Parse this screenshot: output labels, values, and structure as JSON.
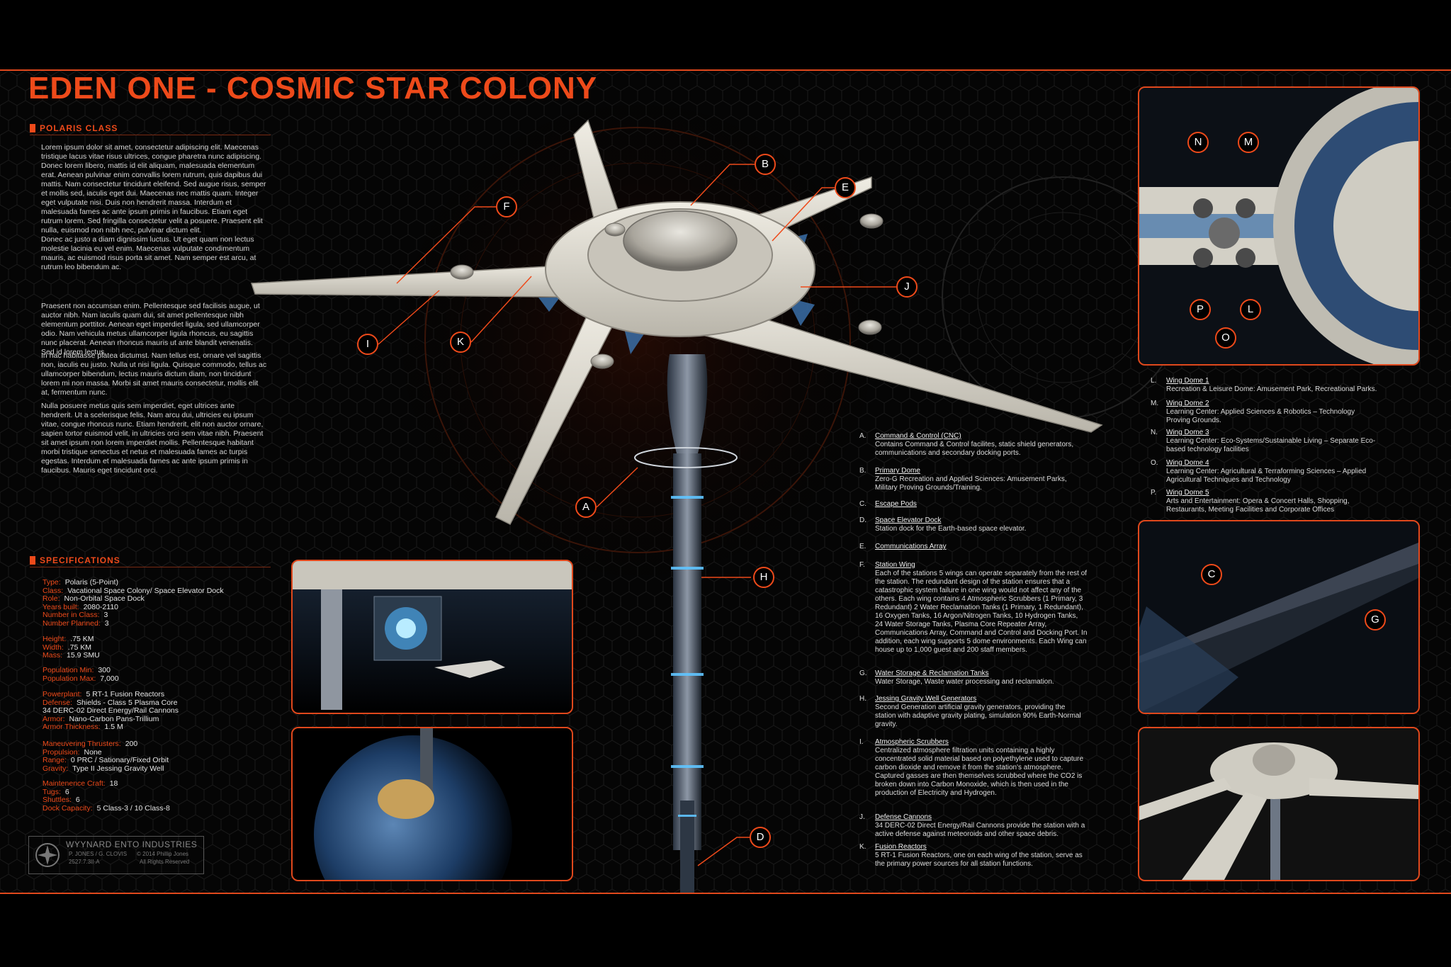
{
  "title": "EDEN ONE - COSMIC STAR COLONY",
  "class_section": {
    "heading": "POLARIS CLASS",
    "paragraphs": [
      "Lorem ipsum dolor sit amet, consectetur adipiscing elit. Maecenas tristique lacus vitae risus ultrices, congue pharetra nunc adipiscing. Donec lorem libero, mattis id elit aliquam, malesuada elementum erat. Aenean pulvinar enim convallis lorem rutrum, quis dapibus dui mattis. Nam consectetur tincidunt eleifend. Sed augue risus, semper et mollis sed, iaculis eget dui. Maecenas nec mattis quam. Integer eget vulputate nisi. Duis non hendrerit massa. Interdum et malesuada fames ac ante ipsum primis in faucibus. Etiam eget rutrum lorem. Sed fringilla consectetur velit a posuere. Praesent elit nulla, euismod non nibh nec, pulvinar dictum elit.",
      "Donec ac justo a diam dignissim luctus. Ut eget quam non lectus molestie lacinia eu vel enim. Maecenas vulputate condimentum mauris, ac euismod risus porta sit amet. Nam semper est arcu, at rutrum leo bibendum ac.",
      "Praesent non accumsan enim. Pellentesque sed facilisis augue, ut auctor nibh. Nam iaculis quam dui, sit amet pellentesque nibh elementum porttitor. Aenean eget imperdiet ligula, sed ullamcorper odio. Nam vehicula metus ullamcorper ligula rhoncus, eu sagittis nunc placerat. Aenean rhoncus mauris ut ante blandit venenatis. Sed id lorem lectus.",
      "In hac habitasse platea dictumst. Nam tellus est, ornare vel sagittis non, iaculis eu justo. Nulla ut nisi ligula. Quisque commodo, tellus ac ullamcorper bibendum, lectus mauris dictum diam, non tincidunt lorem mi non massa. Morbi sit amet mauris consectetur, mollis elit at, fermentum nunc.",
      "Nulla posuere metus quis sem imperdiet, eget ultrices ante hendrerit. Ut a scelerisque felis. Nam arcu dui, ultricies eu ipsum vitae, congue rhoncus nunc. Etiam hendrerit, elit non auctor ornare, sapien tortor euismod velit, in ultricies orci sem vitae nibh. Praesent sit amet ipsum non lorem imperdiet mollis. Pellentesque habitant morbi tristique senectus et netus et malesuada fames ac turpis egestas. Interdum et malesuada fames ac ante ipsum primis in faucibus. Mauris eget tincidunt orci."
    ]
  },
  "specs_section": {
    "heading": "SPECIFICATIONS",
    "groups": [
      [
        {
          "k": "Type:",
          "v": "Polaris (5-Point)"
        },
        {
          "k": "Class:",
          "v": "Vacational Space Colony/ Space Elevator Dock"
        },
        {
          "k": "Role:",
          "v": "Non-Orbital Space Dock"
        },
        {
          "k": "Years built:",
          "v": "2080-2110"
        },
        {
          "k": "Number in Class:",
          "v": "3"
        },
        {
          "k": "Number Planned:",
          "v": "3"
        }
      ],
      [
        {
          "k": "Height:",
          "v": ".75 KM"
        },
        {
          "k": "Width:",
          "v": ".75 KM"
        },
        {
          "k": "Mass:",
          "v": "15.9 SMU"
        }
      ],
      [
        {
          "k": "Population Min:",
          "v": "300"
        },
        {
          "k": "Population Max:",
          "v": "7,000"
        }
      ],
      [
        {
          "k": "Powerplant:",
          "v": "5 RT-1 Fusion Reactors"
        },
        {
          "k": "Defense:",
          "v": "Shields - Class 5 Plasma Core"
        },
        {
          "k": "",
          "v": "34 DERC-02 Direct Energy/Rail Cannons"
        },
        {
          "k": "Armor:",
          "v": "Nano-Carbon Pans-Trillium"
        },
        {
          "k": "Armor Thickness:",
          "v": "1.5 M"
        }
      ],
      [
        {
          "k": "Maneuvering Thrusters:",
          "v": "200"
        },
        {
          "k": "Propulsion:",
          "v": "None"
        },
        {
          "k": "Range:",
          "v": "0 PRC / Sationary/Fixed Orbit"
        },
        {
          "k": "Gravity:",
          "v": "Type II Jessing Gravity Well"
        }
      ],
      [
        {
          "k": "Maintenence Craft:",
          "v": "18"
        },
        {
          "k": "Tugs:",
          "v": "6"
        },
        {
          "k": "Shuttles:",
          "v": "6"
        },
        {
          "k": "Dock Capacity:",
          "v": "5 Class-3 / 10 Class-8"
        }
      ]
    ]
  },
  "logo": {
    "company": "WYYNARD ENTO INDUSTRIES",
    "authors": "P. JONES / G. CLOVIS",
    "copyright": "© 2014 Phillip Jones",
    "code": "2527.7.3II-A",
    "rights": "All Rights Reserved"
  },
  "callouts_main": [
    "A",
    "B",
    "D",
    "E",
    "F",
    "H",
    "I",
    "J",
    "K"
  ],
  "callouts_inset": [
    "N",
    "M",
    "P",
    "O",
    "L",
    "C",
    "G"
  ],
  "descriptions": [
    {
      "letter": "A.",
      "title": "Command & Control (CNC)",
      "body": "Contains Command & Control facilites, static shield generators, communications and secondary docking ports."
    },
    {
      "letter": "B.",
      "title": "Primary Dome",
      "body": "Zero-G Recreation and Applied Sciences: Amusement Parks, Military Proving Grounds/Training."
    },
    {
      "letter": "C.",
      "title": "Escape Pods",
      "body": ""
    },
    {
      "letter": "D.",
      "title": "Space Elevator Dock",
      "body": "Station dock for the Earth-based space elevator."
    },
    {
      "letter": "E.",
      "title": "Communications Array",
      "body": ""
    },
    {
      "letter": "F.",
      "title": "Station Wing",
      "body": "Each of the stations 5 wings can operate separately from the rest of the station. The redundant design of the station ensures that a catastrophic system failure in one wing would not affect any of the others. Each wing contains 4 Atmospheric Scrubbers (1 Primary, 3 Redundant) 2 Water Reclamation Tanks (1 Primary, 1 Redundant), 16 Oxygen Tanks, 16 Argon/Nitrogen Tanks, 10 Hydrogen Tanks, 24 Water Storage Tanks, Plasma Core Repeater Array, Communications Array, Command and Control and Docking Port. In addition, each wing supports 5 dome environments. Each Wing can house up to 1,000 guest and 200 staff members."
    },
    {
      "letter": "G.",
      "title": "Water Storage & Reclamation Tanks",
      "body": "Water Storage, Waste water processing and reclamation."
    },
    {
      "letter": "H.",
      "title": "Jessing Gravity Well Generators",
      "body": "Second Generation artificial gravity generators, providing the station with adaptive gravity plating, simulation 90% Earth-Normal gravity."
    },
    {
      "letter": "I.",
      "title": "Atmospheric Scrubbers",
      "body": "Centralized atmosphere filtration units containing a highly concentrated solid material based on polyethylene used to capture carbon dioxide and remove it from the station's atmosphere. Captured gasses are then themselves scrubbed where the CO2 is broken down into Carbon Monoxide, which is then used in the production of Electricity and Hydrogen."
    },
    {
      "letter": "J.",
      "title": "Defense Cannons",
      "body": "34 DERC-02 Direct Energy/Rail Cannons provide the station with a active defense against meteoroids and other space debris."
    },
    {
      "letter": "K.",
      "title": "Fusion Reactors",
      "body": "5 RT-1 Fusion Reactors, one on each wing of the station, serve as the primary power sources for all station functions."
    }
  ],
  "wing_domes": [
    {
      "letter": "L.",
      "title": "Wing Dome 1",
      "body": "Recreation & Leisure Dome: Amusement Park, Recreational Parks."
    },
    {
      "letter": "M.",
      "title": "Wing Dome 2",
      "body": "Learning Center: Applied Sciences & Robotics – Technology Proving Grounds."
    },
    {
      "letter": "N.",
      "title": "Wing Dome 3",
      "body": "Learning Center: Eco-Systems/Sustainable Living – Separate Eco-based technology facilities"
    },
    {
      "letter": "O.",
      "title": "Wing Dome 4",
      "body": "Learning Center: Agricultural & Terraforming Sciences – Applied Agricultural Techniques and Technology"
    },
    {
      "letter": "P.",
      "title": "Wing Dome 5",
      "body": "Arts and Entertainment: Opera & Concert Halls, Shopping, Restaurants, Meeting Facilities and Corporate Offices"
    }
  ],
  "colors": {
    "accent": "#ee4a1a",
    "hull": "#d9d6cc",
    "panel_blue": "#3a6fa8",
    "background": "#050505"
  }
}
